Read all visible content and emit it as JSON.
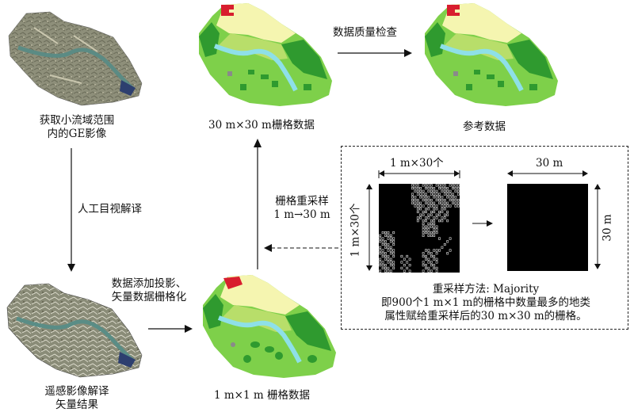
{
  "labels": {
    "ge_image_line1": "获取小流域范围",
    "ge_image_line2": "内的GE影像",
    "visual_interp": "人工目视解译",
    "vector_line1": "遥感影像解译",
    "vector_line2": "矢量结果",
    "projection_line1": "数据添加投影、",
    "projection_line2": "矢量数据栅格化",
    "raster_1m": "1 m×1 m 栅格数据",
    "raster_30m": "30 m×30 m栅格数据",
    "quality_check": "数据质量检查",
    "reference": "参考数据",
    "resample_line1": "栅格重采样",
    "resample_line2": "1 m→30 m"
  },
  "inset": {
    "grid_top": "1 m×30个",
    "grid_side": "1 m×30个",
    "cell_top": "30 m",
    "cell_side": "30 m",
    "caption_line1": "重采样方法: Majority",
    "caption_line2": "即900个1 m×1 m的栅格中数量最多的地类",
    "caption_line3": "属性赋给重采样后的30 m×30 m的栅格。"
  },
  "colors": {
    "forest_light": "#7ED04A",
    "forest_dark": "#2F9A2F",
    "grass": "#B8DE6A",
    "cropland": "#F5F5B0",
    "river": "#8EE0E8",
    "built": "#D81E2E",
    "bare": "#8A8A8A",
    "satellite": "#8C8F78"
  }
}
